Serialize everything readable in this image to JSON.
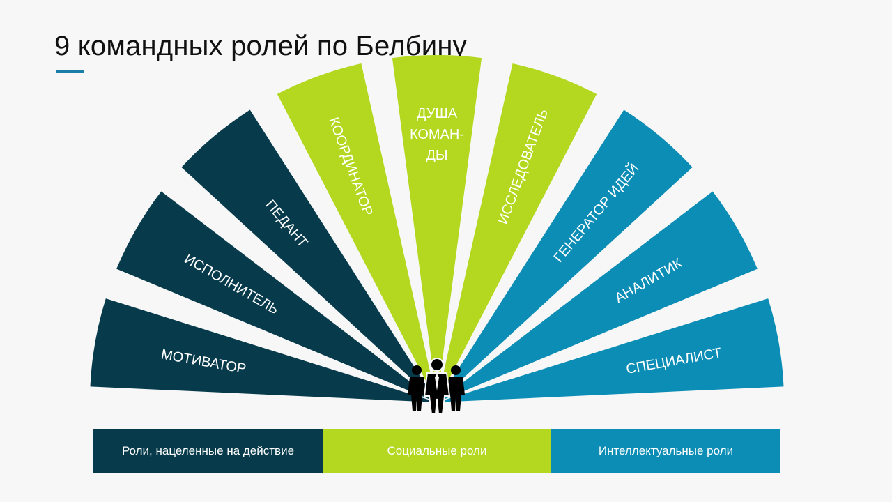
{
  "title": "9 командных ролей по Белбину",
  "colors": {
    "action": "#073b4c",
    "social": "#b3d81f",
    "intellectual": "#0b8db5",
    "accent": "#1a7fa8"
  },
  "roles": [
    {
      "lines": [
        "МОТИВАТОР"
      ],
      "group": "action"
    },
    {
      "lines": [
        "ИСПОЛНИТЕЛЬ"
      ],
      "group": "action"
    },
    {
      "lines": [
        "ПЕДАНТ"
      ],
      "group": "action"
    },
    {
      "lines": [
        "КООРДИНАТОР"
      ],
      "group": "social"
    },
    {
      "lines": [
        "ДУША",
        "КОМАН-",
        "ДЫ"
      ],
      "group": "social"
    },
    {
      "lines": [
        "ИССЛЕДОВАТЕЛЬ"
      ],
      "group": "social"
    },
    {
      "lines": [
        "ГЕНЕРАТОР ИДЕЙ"
      ],
      "group": "intellectual"
    },
    {
      "lines": [
        "АНАЛИТИК"
      ],
      "group": "intellectual"
    },
    {
      "lines": [
        "СПЕЦИАЛИСТ"
      ],
      "group": "intellectual"
    }
  ],
  "center_icon": "team-people-icon",
  "legend": [
    {
      "label": "Роли, нацеленные  на действие",
      "group": "action"
    },
    {
      "label": "Социальные  роли",
      "group": "social"
    },
    {
      "label": "Интеллектуальные  роли",
      "group": "intellectual"
    }
  ]
}
